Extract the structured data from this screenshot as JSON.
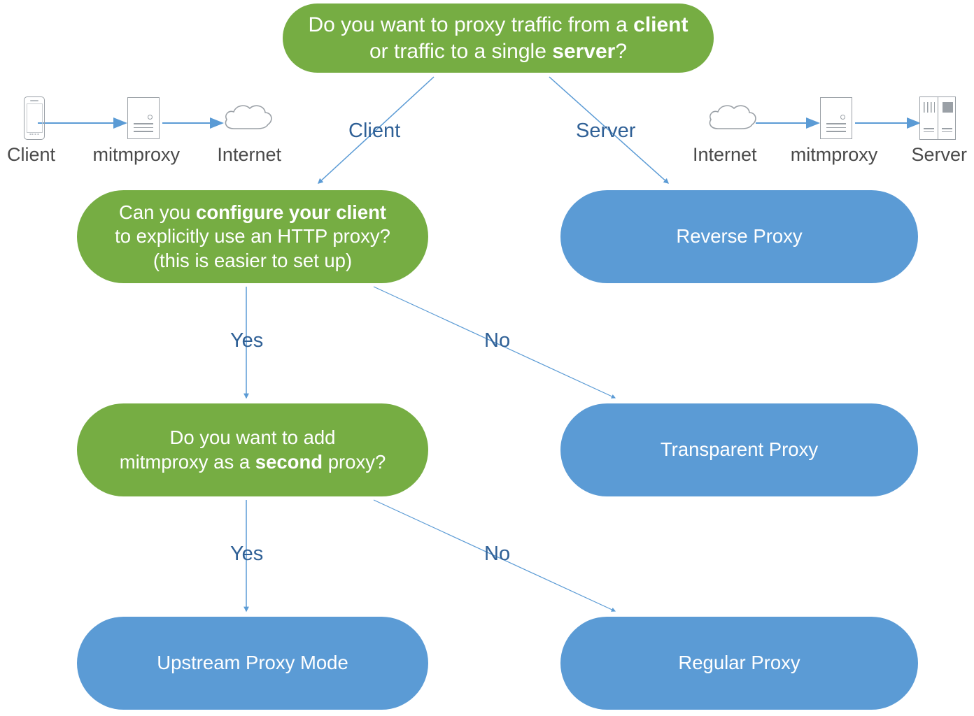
{
  "diagram": {
    "title": "mitmproxy mode selection flowchart",
    "colors": {
      "decision_fill": "#76ad43",
      "outcome_fill": "#5b9bd5",
      "connector": "#5b9bd5",
      "edge_label_text": "#2f6096",
      "node_text": "#ffffff",
      "icon_stroke": "#9aa0a6",
      "icon_caption_text": "#4a4a4a",
      "background": "#ffffff"
    }
  },
  "nodes": {
    "root": {
      "kind": "decision",
      "line1_a": "Do you want to proxy traffic from a ",
      "line1_b": "client",
      "line2_a": "or traffic to a single ",
      "line2_b": "server",
      "line2_c": "?"
    },
    "configure": {
      "kind": "decision",
      "line1_a": "Can you ",
      "line1_b": "configure your client",
      "line2": "to explicitly use an HTTP proxy?",
      "line3": "(this is easier to set up)"
    },
    "second": {
      "kind": "decision",
      "line1": "Do you want to add",
      "line2_a": "mitmproxy as a ",
      "line2_b": "second",
      "line2_c": " proxy?"
    },
    "reverse": {
      "kind": "outcome",
      "label": "Reverse Proxy"
    },
    "transparent": {
      "kind": "outcome",
      "label": "Transparent Proxy"
    },
    "upstream": {
      "kind": "outcome",
      "label": "Upstream Proxy Mode"
    },
    "regular": {
      "kind": "outcome",
      "label": "Regular Proxy"
    }
  },
  "edge_labels": {
    "client": "Client",
    "server": "Server",
    "yes_configure": "Yes",
    "no_configure": "No",
    "yes_second": "Yes",
    "no_second": "No"
  },
  "edges": [
    {
      "from": "root",
      "to": "configure",
      "label": "Client"
    },
    {
      "from": "root",
      "to": "reverse",
      "label": "Server"
    },
    {
      "from": "configure",
      "to": "second",
      "label": "Yes"
    },
    {
      "from": "configure",
      "to": "transparent",
      "label": "No"
    },
    {
      "from": "second",
      "to": "upstream",
      "label": "Yes"
    },
    {
      "from": "second",
      "to": "regular",
      "label": "No"
    }
  ],
  "icon_strips": {
    "left": {
      "name": "client-to-internet-flow",
      "captions": {
        "first": "Client",
        "second": "mitmproxy",
        "third": "Internet"
      },
      "glyphs": [
        "phone-icon",
        "proxy-icon",
        "cloud-icon"
      ]
    },
    "right": {
      "name": "internet-to-server-flow",
      "captions": {
        "first": "Internet",
        "second": "mitmproxy",
        "third": "Server"
      },
      "glyphs": [
        "cloud-icon",
        "proxy-icon",
        "server-icon"
      ]
    }
  }
}
